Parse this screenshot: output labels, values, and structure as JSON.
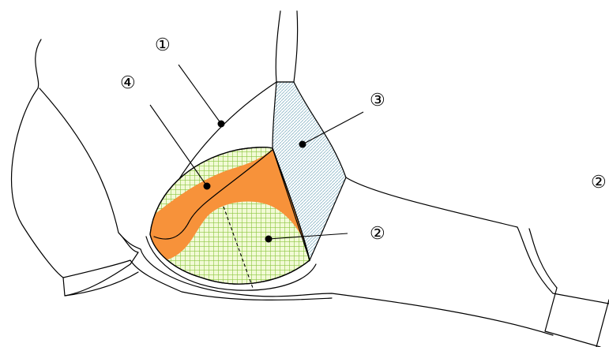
{
  "labels": {
    "part1": "①",
    "part2": "②",
    "part3": "③",
    "part4": "④",
    "part2_edge": "②"
  },
  "colors": {
    "orange": "#F7923A",
    "green_grid": "#8CC63F",
    "green_fill": "#F2FAD6",
    "blue_hatch": "#8FB8C8"
  }
}
